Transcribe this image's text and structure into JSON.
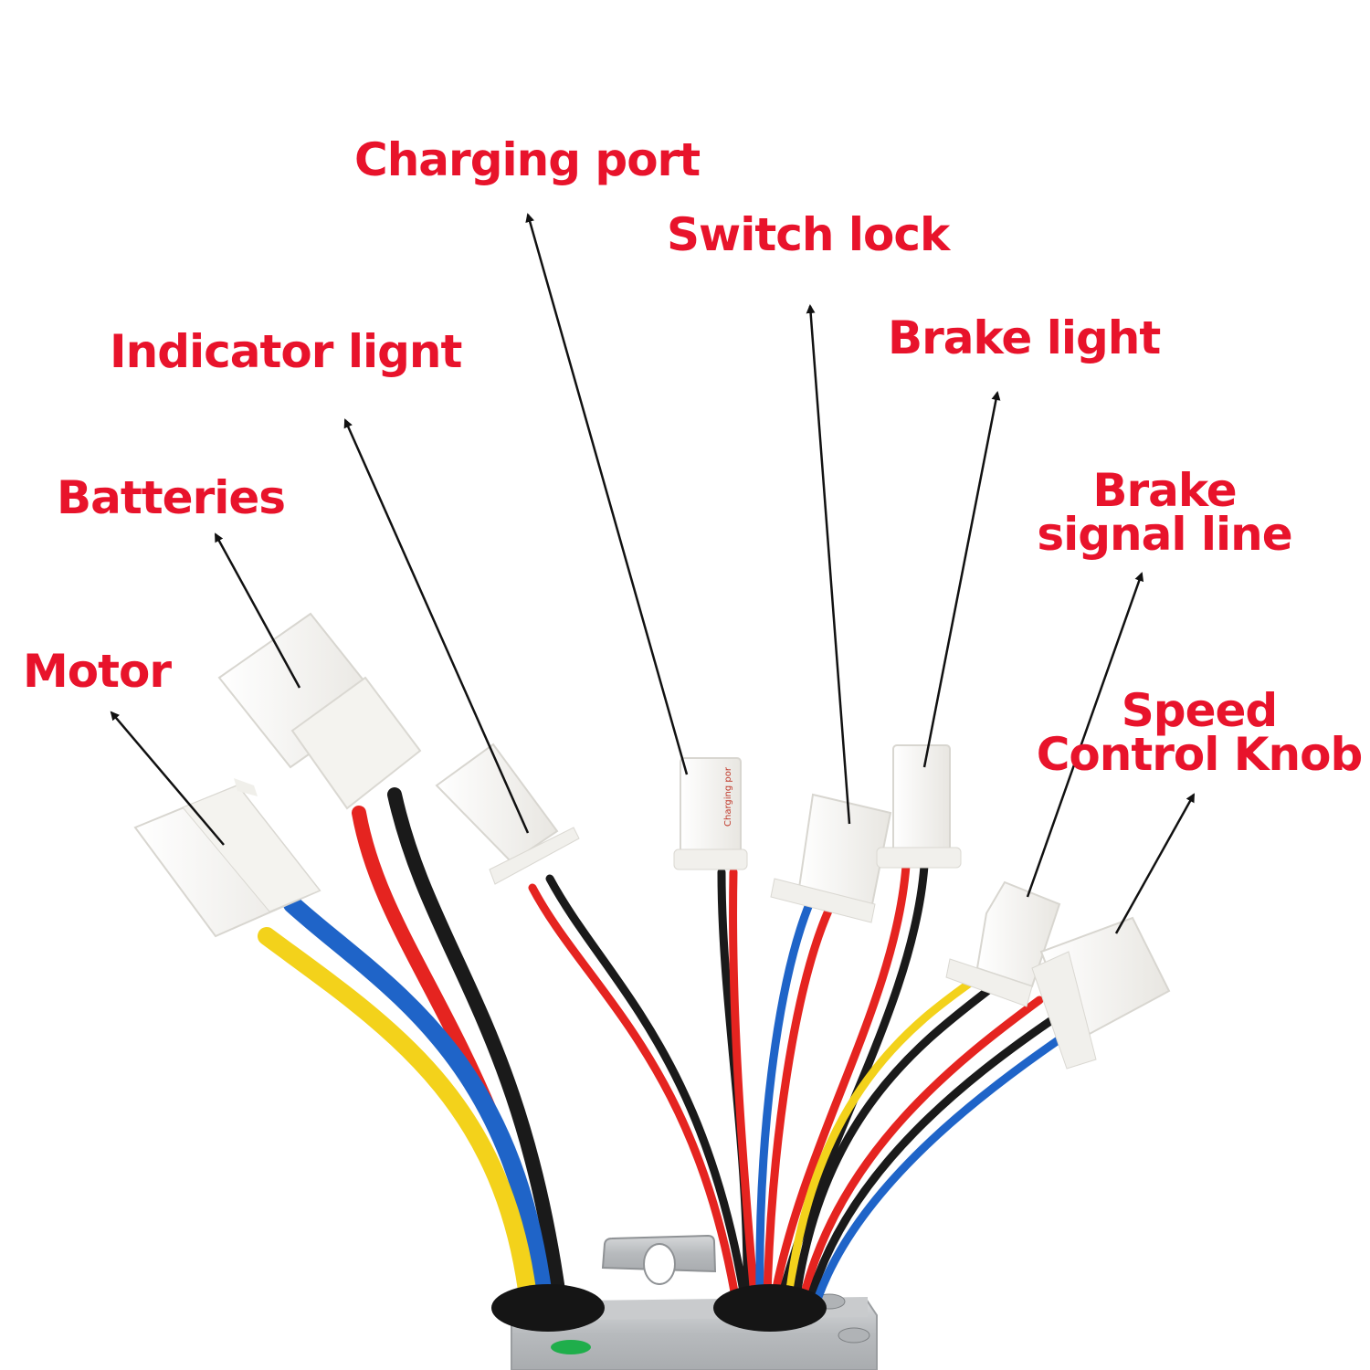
{
  "title": "Controller wiring harness connector diagram",
  "colors": {
    "label": "#e8132b",
    "arrow": "#111111",
    "connector": "#f3f2ee",
    "wire_red": "#e52420",
    "wire_black": "#1a1a1a",
    "wire_blue": "#1f64c8",
    "wire_yellow": "#f3d21b",
    "housing": "#b9bcbf",
    "grommet": "#151515",
    "sticker": "#1fae4b"
  },
  "labels": {
    "charging_port": "Charging port",
    "switch_lock": "Switch lock",
    "indicator_light": "Indicator lignt",
    "brake_light": "Brake light",
    "batteries": "Batteries",
    "brake_signal_line": [
      "Brake",
      "signal line"
    ],
    "motor": "Motor",
    "speed_control_knob": [
      "Speed",
      "Control Knob"
    ]
  },
  "connector_print": "Charging por",
  "callouts": [
    {
      "name": "motor",
      "wires": [
        "yellow",
        "blue"
      ]
    },
    {
      "name": "batteries",
      "wires": [
        "red",
        "black"
      ]
    },
    {
      "name": "indicator-light",
      "wires": [
        "red",
        "black"
      ]
    },
    {
      "name": "charging-port",
      "wires": [
        "black",
        "red"
      ]
    },
    {
      "name": "switch-lock",
      "wires": [
        "blue",
        "red"
      ]
    },
    {
      "name": "brake-light",
      "wires": [
        "red",
        "black"
      ]
    },
    {
      "name": "brake-signal-line",
      "wires": [
        "yellow",
        "black"
      ]
    },
    {
      "name": "speed-control-knob",
      "wires": [
        "red",
        "black",
        "blue"
      ]
    }
  ]
}
